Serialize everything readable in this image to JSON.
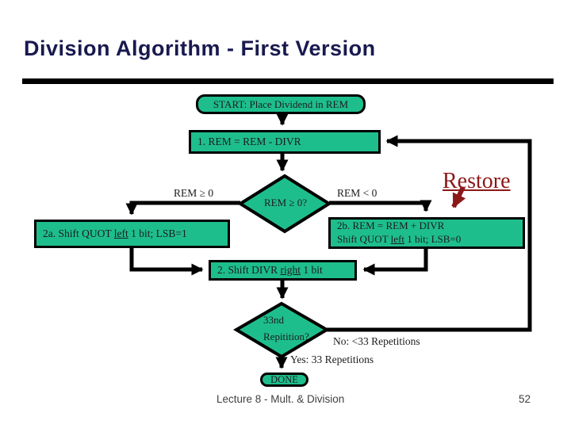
{
  "colors": {
    "node_fill": "#1ebe8c",
    "line": "#000000",
    "title": "#191950",
    "restore": "#8c1919"
  },
  "slide": {
    "title": "Division Algorithm - First Version",
    "footer": {
      "lecture": "Lecture 8 - Mult. & Division",
      "page": "52"
    }
  },
  "flowchart": {
    "start": {
      "label": "START: Place Dividend in REM"
    },
    "step1": {
      "label": "1. REM = REM - DIVR"
    },
    "decision1": {
      "label": "REM ≥ 0?",
      "branch_left": "REM  ≥ 0",
      "branch_right": "REM < 0"
    },
    "restore_label": "Restore",
    "step2a": {
      "pre": "2a. Shift QUOT ",
      "underline": "left",
      "post": " 1 bit; LSB=1"
    },
    "step2b": {
      "line1": "2b. REM = REM + DIVR",
      "line2_pre": "Shift QUOT ",
      "line2_underline": "left",
      "line2_post": " 1 bit; LSB=0"
    },
    "step2": {
      "pre": "2. Shift DIVR ",
      "underline": "right",
      "post": " 1 bit"
    },
    "decision2": {
      "line1": "33nd",
      "line2": "Repitition?",
      "no_label": "No: <33 Repetitions",
      "yes_label": "Yes: 33 Repetitions"
    },
    "done": {
      "label": "DONE"
    }
  }
}
